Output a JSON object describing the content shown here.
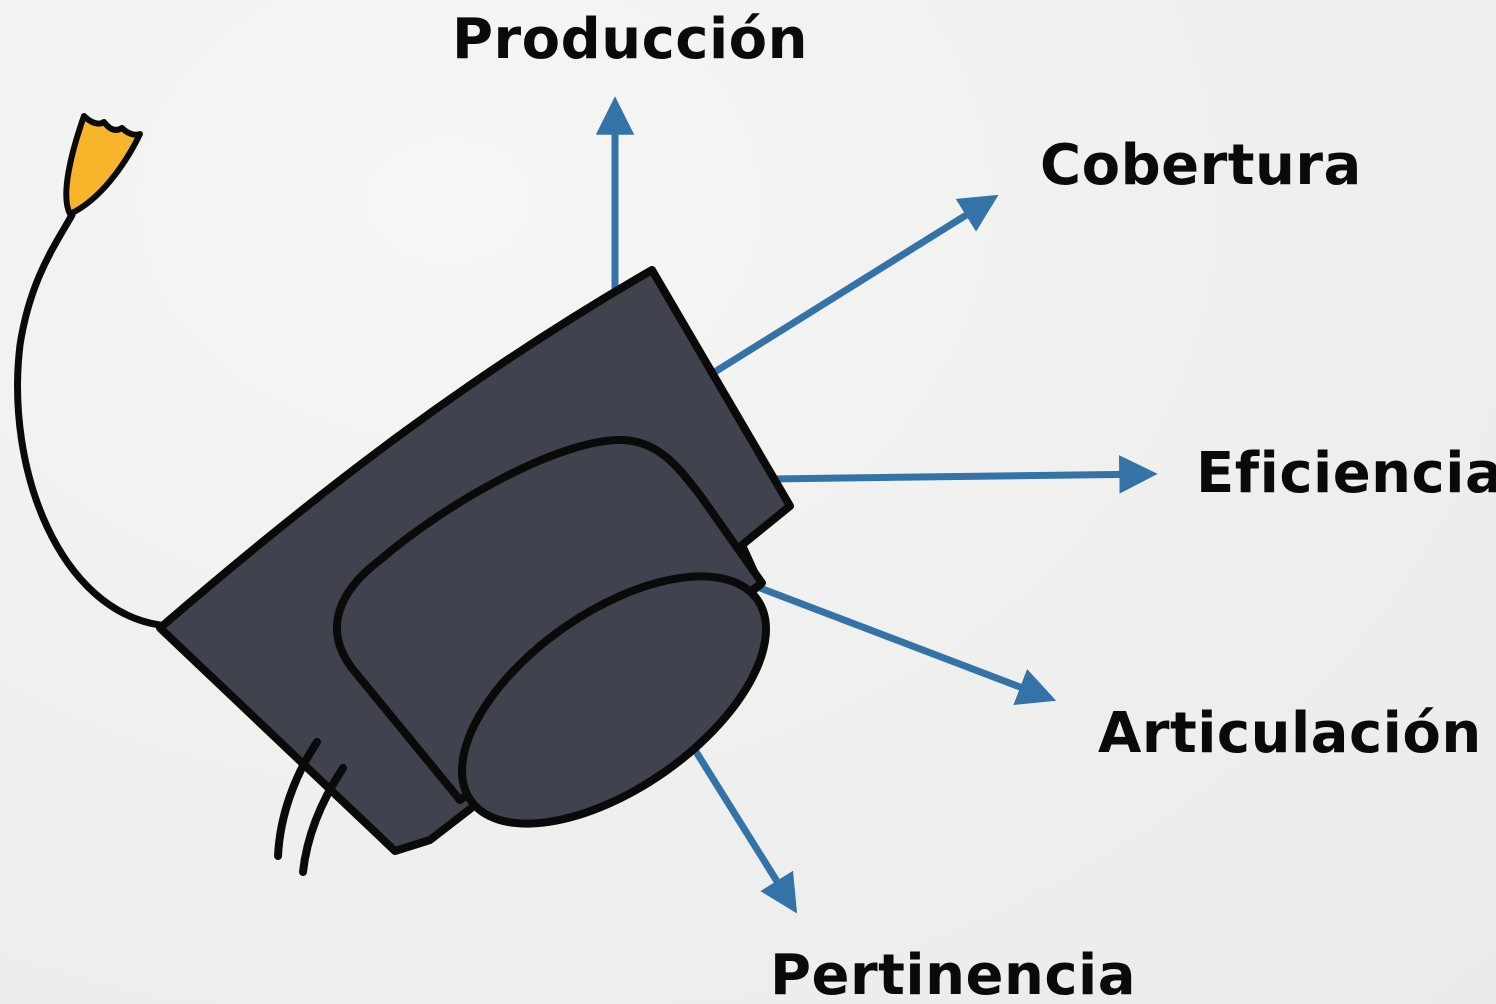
{
  "labels": {
    "produccion": "Producción",
    "cobertura": "Cobertura",
    "eficiencia": "Eficiencia",
    "articulacion": "Articulación",
    "pertinencia": "Pertinencia"
  },
  "icon": "graduation-cap-icon",
  "colors": {
    "background": "#f1f1f0",
    "arrow": "#3473a8",
    "cap": "#40424d",
    "tassel": "#f7b52c",
    "outline": "#0a0a0a"
  }
}
